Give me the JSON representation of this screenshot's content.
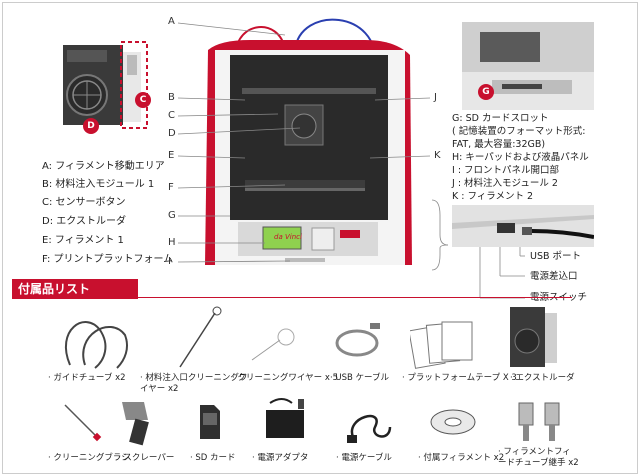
{
  "callouts": [
    "A",
    "B",
    "C",
    "D",
    "E",
    "F",
    "G",
    "H",
    "I",
    "J",
    "K"
  ],
  "insets": {
    "left_c": "C",
    "left_d": "D",
    "right_g": "G"
  },
  "legend_left": [
    "A: フィラメント移動エリア",
    "B: 材料注入モジュール 1",
    "C: センサーボタン",
    "D: エクストルーダ",
    "E: フィラメント 1",
    "F: プリントプラットフォーム"
  ],
  "legend_right": [
    "G: SD カードスロット",
    "( 記憶装置のフォーマット形式:",
    "FAT, 最大容量:32GB)",
    "H: キーパッドおよび液晶パネル",
    "I : フロントパネル開口部",
    "J : 材料注入モジュール 2",
    "K : フィラメント 2"
  ],
  "back_ports": [
    "USB ポート",
    "電源差込口",
    "電源スイッチ"
  ],
  "printer_brand": "da Vinci",
  "accessories_title": "付属品リスト",
  "accessories_row1": [
    "· ガイドチューブ x2",
    "· 材料注入口クリーニングワ\nイヤー x2",
    "· クリーニングワイヤー x 5",
    "· USB ケーブル",
    "· プラットフォームテープ X 3",
    "· エクストルーダ"
  ],
  "accessories_row2": [
    "· クリーニングブラシ",
    "· スクレーパー",
    "· SD カード",
    "· 電源アダプタ",
    "· 電源ケーブル",
    "· 付属フィラメント x2",
    "· フィラメントフィ\nードチューブ継手 x2"
  ],
  "colors": {
    "accent": "#c8102e",
    "body": "#ffffff",
    "frame": "#2a2a2a"
  }
}
